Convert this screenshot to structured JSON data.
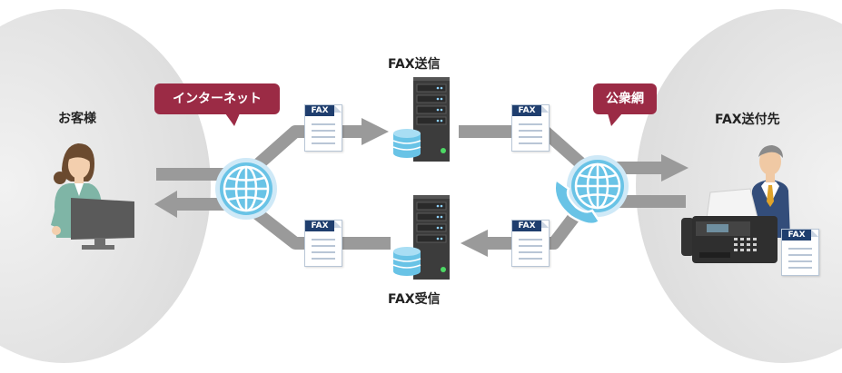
{
  "labels": {
    "customer": "お客様",
    "fax_send": "FAX送信",
    "fax_receive": "FAX受信",
    "fax_destination": "FAX送付先"
  },
  "bubbles": {
    "internet": "インターネット",
    "public_network": "公衆網"
  },
  "docs": {
    "header": "FAX"
  },
  "colors": {
    "bubble": "#9b2b45",
    "arrow": "#9a9a9a",
    "globe": "#69c3e6",
    "server": "#3c3c3c",
    "doc_header": "#1f3e6e",
    "circle": "#e6e6e6"
  },
  "icons": [
    "globe-icon",
    "phone-globe-icon",
    "server-icon",
    "database-icon",
    "fax-document-icon",
    "customer-person-icon",
    "businessman-icon",
    "fax-machine-icon",
    "monitor-icon"
  ]
}
